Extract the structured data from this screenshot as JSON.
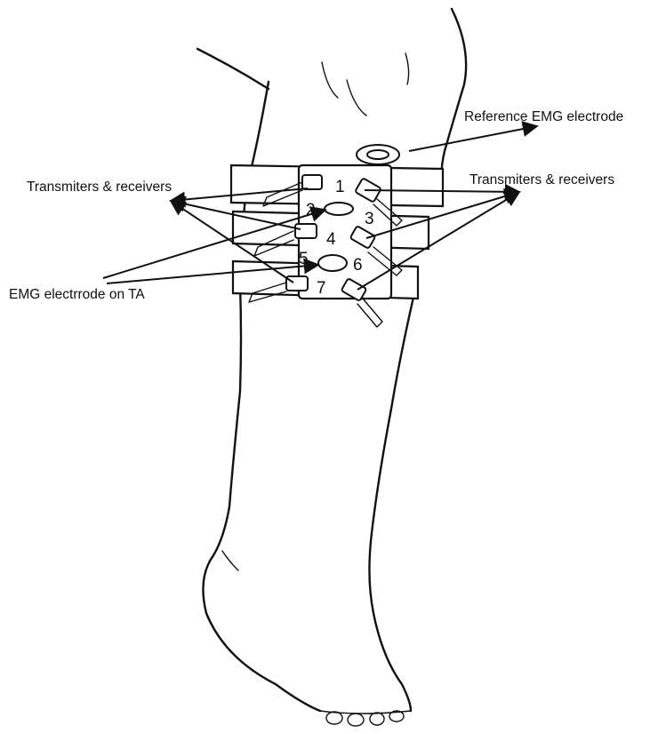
{
  "labels": {
    "reference": "Reference  EMG electrode",
    "tx_left": "Transmiters & receivers",
    "tx_right": "Transmiters & receivers",
    "emg_ta": "EMG electrrode on TA"
  },
  "positions": [
    "1",
    "2",
    "3",
    "4",
    "5",
    "6",
    "7"
  ]
}
